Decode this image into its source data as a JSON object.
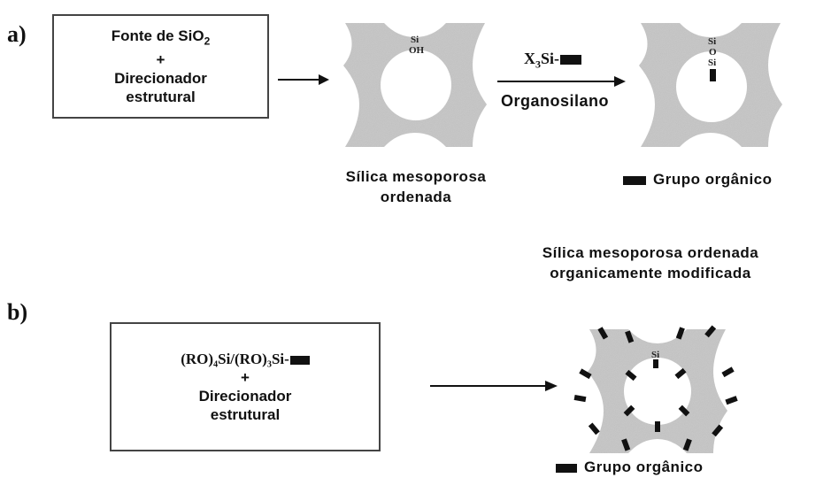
{
  "part_a": {
    "label": "a)",
    "box_line1_prefix": "Fonte de SiO",
    "box_line1_sub": "2",
    "box_plus": "+",
    "box_line2": "Direcionador",
    "box_line3": "estrutural",
    "pore1_si": "Si",
    "pore1_oh": "OH",
    "reagent_prefix": "X",
    "reagent_sub": "3",
    "reagent_suffix": "Si-",
    "reagent_caption": "Organosilano",
    "pore2_si_top": "Si",
    "pore2_o": "O",
    "pore2_si_bottom": "Si",
    "caption_silica_line1": "Sílica mesoporosa",
    "caption_silica_line2": "ordenada",
    "legend_text": "Grupo orgânico",
    "product_line1": "Sílica mesoporosa ordenada",
    "product_line2": "organicamente modificada"
  },
  "part_b": {
    "label": "b)",
    "box_line1": "(RO)₄Si/(RO)₃Si-",
    "box_plus": "+",
    "box_line2": "Direcionador",
    "box_line3": "estrutural",
    "pore_si": "Si",
    "legend_text": "Grupo orgânico"
  },
  "colors": {
    "silica": "#c8c8c8",
    "organic_group": "#111111",
    "text": "#111111"
  }
}
